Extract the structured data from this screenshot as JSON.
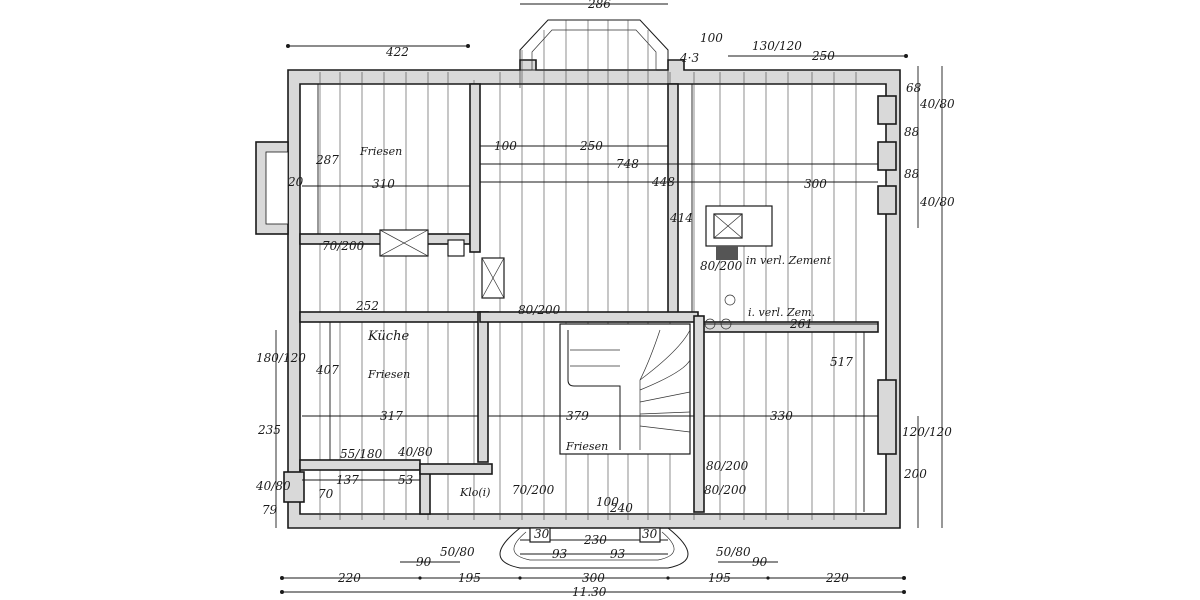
{
  "plan": {
    "rooms": {
      "frieze_top": "Friesen",
      "kitchen": "Küche",
      "kitchen_frieze": "Friesen",
      "hall_frieze": "Friesen",
      "toilet": "Klo(i)",
      "cement_note": "in verl. Zement",
      "cement_note2": "i. verl. Zem."
    },
    "dims": {
      "top_tower": "286",
      "top_left": "422",
      "top_right": "250",
      "top_small_a": "100",
      "top_small_b": "4·3",
      "top_win_r": "130/120",
      "right_a": "68",
      "right_b": "40/80",
      "right_c": "88",
      "right_d": "88",
      "right_e": "40/80",
      "right_f": "120/120",
      "right_g": "200",
      "left_a": "287",
      "left_b": "20",
      "left_c": "310",
      "left_d": "180/120",
      "left_e": "407",
      "left_f": "235",
      "left_g": "40/80",
      "left_h": "79",
      "kitchen_w": "252",
      "kitchen_w2": "317",
      "hall_w": "379",
      "right_room_w": "330",
      "right_room_h": "517",
      "right_room_w2": "261",
      "mid_a": "100",
      "mid_b": "250",
      "mid_c": "748",
      "mid_d": "448",
      "mid_e": "300",
      "mid_f": "414",
      "door_a": "70/200",
      "door_b": "80/200",
      "door_c": "80/200",
      "door_d": "80/200",
      "door_e": "70/200",
      "door_f": "80/200",
      "win_a": "55/180",
      "win_b": "40/80",
      "win_c": "137",
      "win_d": "53",
      "win_e": "70",
      "entry_a": "100",
      "entry_b": "240",
      "entry_c": "30",
      "entry_d": "30",
      "entry_e": "230",
      "entry_f": "93",
      "entry_g": "93",
      "bot_a": "90",
      "bot_b": "50/80",
      "bot_c": "50/80",
      "bot_d": "90",
      "bot_1": "220",
      "bot_2": "195",
      "bot_3": "300",
      "bot_4": "195",
      "bot_5": "220",
      "total": "11.30"
    }
  }
}
